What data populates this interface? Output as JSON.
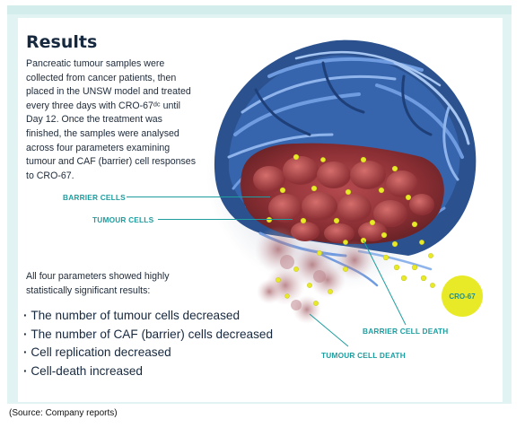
{
  "title": "Results",
  "intro": "Pancreatic tumour samples were collected from cancer patients, then placed in the UNSW model and treated every three days with CRO-67ᵈᶜ until Day 12. Once the treatment was finished, the samples were analysed across four parameters examining tumour and CAF (barrier) cell responses to CRO-67.",
  "summary": "All four parameters showed highly statistically significant results:",
  "findings": [
    "The number of tumour cells decreased",
    "The number of CAF (barrier) cells decreased",
    "Cell replication decreased",
    "Cell-death increased"
  ],
  "labels": {
    "barrier_cells": "BARRIER CELLS",
    "tumour_cells": "TUMOUR CELLS",
    "barrier_cell_death": "BARRIER CELL DEATH",
    "tumour_cell_death": "TUMOUR CELL DEATH",
    "drug": "CRO-67"
  },
  "source": "(Source: Company reports)",
  "colors": {
    "accent": "#1e9d9f",
    "fibre": "#2f5ea8",
    "tumour": "#8b2f34",
    "drug": "#e9ea27",
    "panel": "#e1f3f3"
  }
}
